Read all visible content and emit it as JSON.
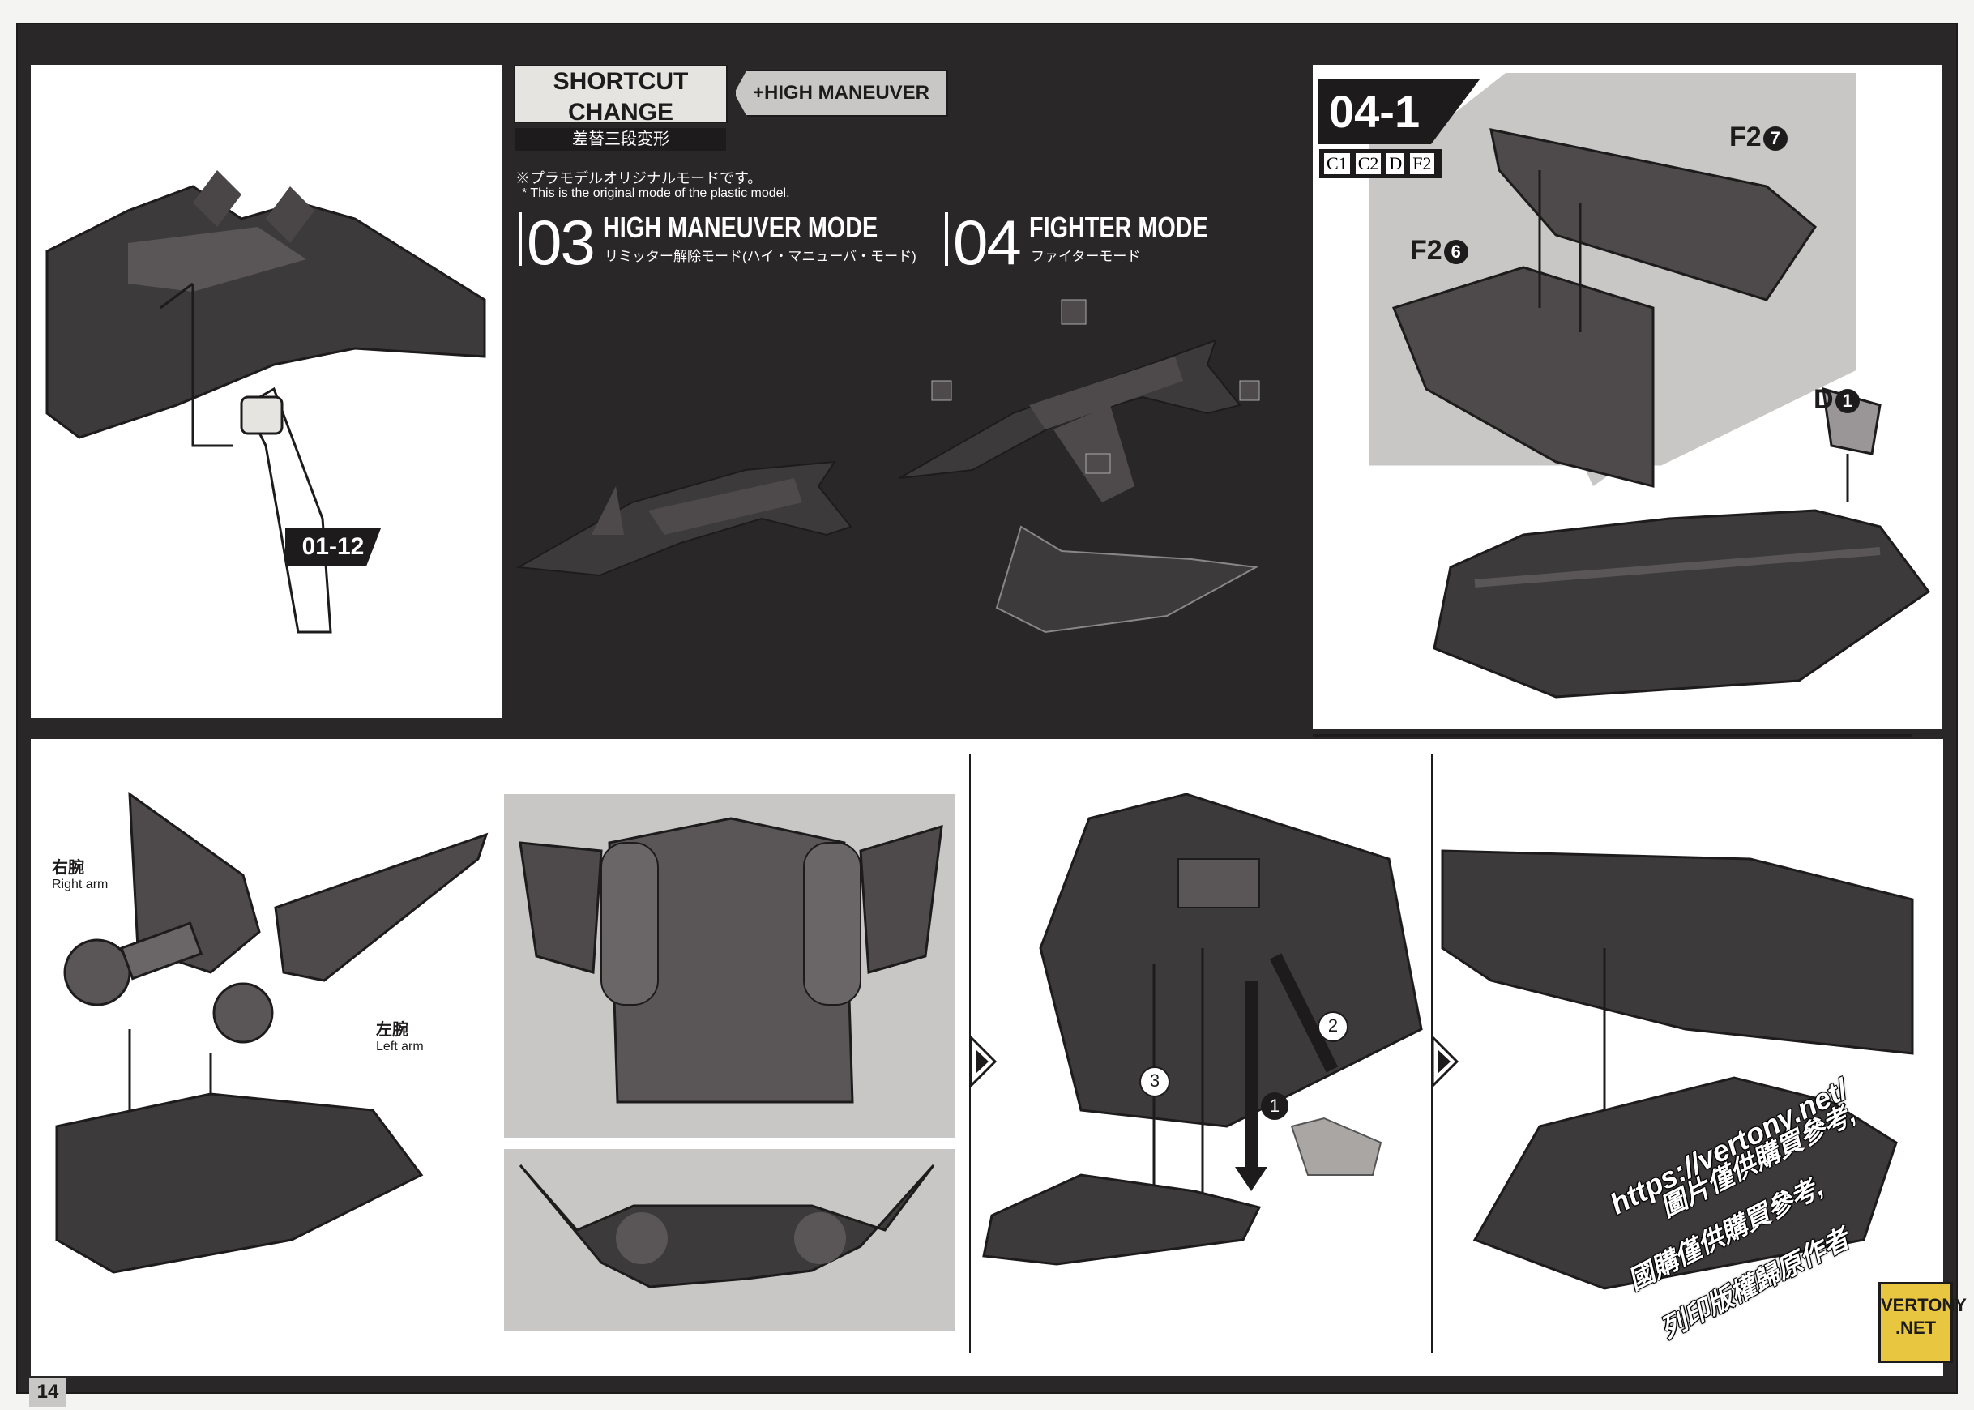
{
  "page_number": "14",
  "header": {
    "shortcut_change": "SHORTCUT CHANGE",
    "shortcut_change_jp": "差替三段変形",
    "mode_tag": "+HIGH MANEUVER MODE"
  },
  "notes": {
    "jp": "※プラモデルオリジナルモードです。",
    "en": "* This is the original mode of the plastic model."
  },
  "mode03": {
    "number": "03",
    "title": "HIGH MANEUVER MODE",
    "subtitle": "リミッター解除モード(ハイ・マニューバ・モード)"
  },
  "mode04": {
    "number": "04",
    "title": "FIGHTER MODE",
    "subtitle": "ファイターモード"
  },
  "step_ref": "01-12",
  "step041": {
    "label": "04-1",
    "parts": [
      "C1",
      "C2",
      "D",
      "F2"
    ],
    "callouts": [
      {
        "part": "F2",
        "num": "7"
      },
      {
        "part": "F2",
        "num": "6"
      },
      {
        "part": "D",
        "num": "1"
      }
    ]
  },
  "arms": {
    "right_jp": "右腕",
    "right_en": "Right arm",
    "left_jp": "左腕",
    "left_en": "Left arm"
  },
  "seq_numbers": [
    "1",
    "2",
    "3"
  ],
  "watermark": {
    "url": "https://vertony.net/",
    "line1": "圖片僅供購買參考,",
    "line2": "國購僅供購買參考,",
    "line3": "列印版權歸原作者",
    "logo_top": "VERTONY",
    "logo_bottom": ".NET"
  }
}
